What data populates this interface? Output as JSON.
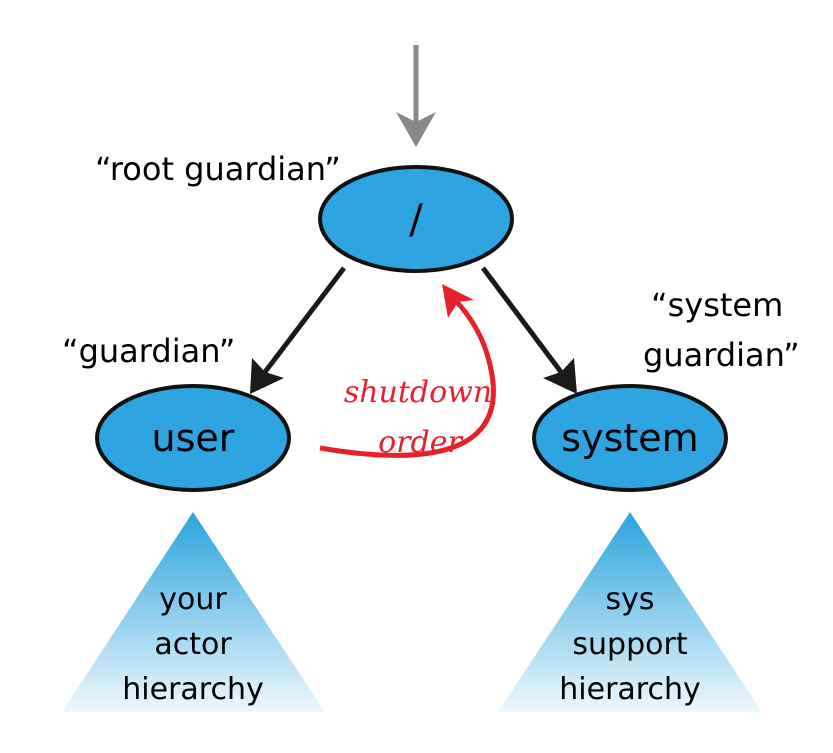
{
  "nodes": {
    "root": {
      "label": "/",
      "caption": "“root guardian”"
    },
    "user": {
      "label": "user",
      "caption": "“guardian”"
    },
    "system": {
      "label": "system",
      "caption_line1": "“system",
      "caption_line2": "guardian”"
    }
  },
  "hierarchies": {
    "user": {
      "line1": "your",
      "line2": "actor",
      "line3": "hierarchy"
    },
    "system": {
      "line1": "sys",
      "line2": "support",
      "line3": "hierarchy"
    }
  },
  "shutdown": {
    "line1": "shutdown",
    "line2": "order"
  },
  "colors": {
    "node_fill": "#2ea4e0",
    "node_stroke": "#111111",
    "edge": "#1a1a1a",
    "incoming_edge": "#888888",
    "shutdown": "#e8202a",
    "triangle_top": "#2aa3dd",
    "triangle_bottom": "#e9f6fc"
  }
}
